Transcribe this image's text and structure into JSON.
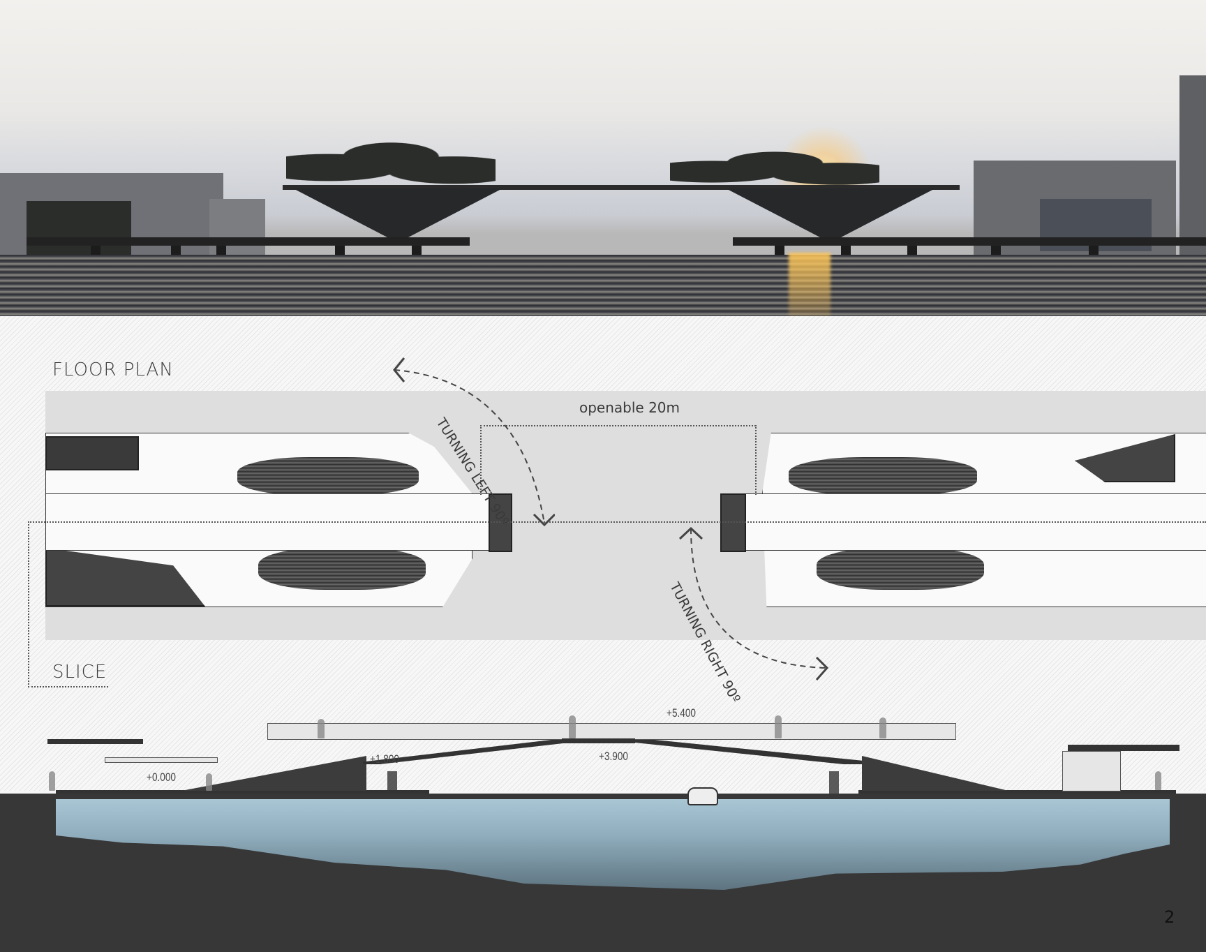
{
  "hero_image": {
    "description": "Sunset render of a garden bridge with tree-like supports over water, cyclists on deck",
    "colors": {
      "sky": "#eceae6",
      "water": "#3a3b40",
      "sun": "#ffc870"
    }
  },
  "floor_plan": {
    "title": "FLOOR PLAN",
    "annotations": {
      "turning_left": "TURNING LEFT 90º",
      "turning_right": "TURNING RIGHT 90º",
      "openable": "openable 20m"
    }
  },
  "slice": {
    "title": "SLICE",
    "elevations": [
      "+0.000",
      "+1.800",
      "+3.900",
      "+5.400"
    ]
  },
  "page": {
    "number": "2"
  },
  "colors": {
    "plan_band": "#dedede",
    "water_section": "#a8c6d4",
    "ground": "#373737",
    "structure_dark": "#444444"
  }
}
